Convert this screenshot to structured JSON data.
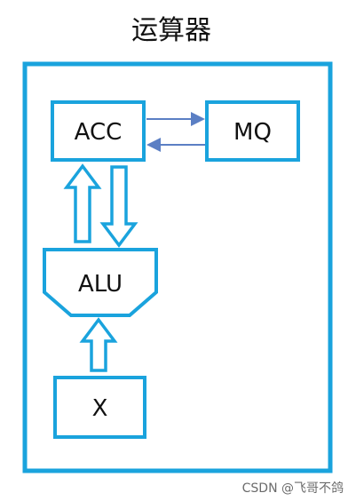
{
  "diagram": {
    "title": "运算器",
    "acc_label": "ACC",
    "mq_label": "MQ",
    "alu_label": "ALU",
    "x_label": "X",
    "watermark": "CSDN @飞哥不鸽"
  },
  "colors": {
    "outline": "#1aa3dd",
    "connector_arrow": "#5b7fc4",
    "text": "#111111"
  }
}
